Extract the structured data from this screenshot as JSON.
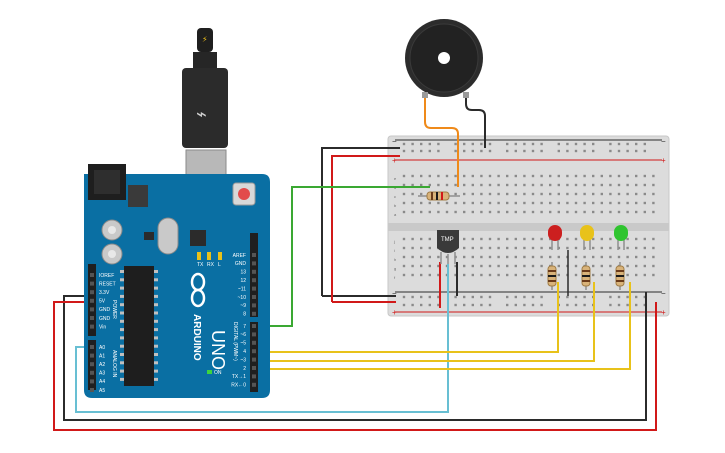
{
  "arduino": {
    "brand": "ARDUINO",
    "model": "UNO",
    "tx_label": "TX",
    "rx_label": "RX",
    "l_label": "L",
    "on_label": "ON",
    "power_group_label": "POWER",
    "analog_group_label": "ANALOG IN",
    "digital_group_label": "DIGITAL (PWM~)",
    "power_pins": [
      "IOREF",
      "RESET",
      "3.3V",
      "5V",
      "GND",
      "GND",
      "Vin"
    ],
    "analog_pins": [
      "A0",
      "A1",
      "A2",
      "A3",
      "A4",
      "A5"
    ],
    "digital_pins_top": [
      "AREF",
      "GND",
      "13",
      "12",
      "~11",
      "~10",
      "~9",
      "8"
    ],
    "digital_pins_bottom": [
      "7",
      "~6",
      "~5",
      "4",
      "~3",
      "2",
      "TX→1",
      "RX←0"
    ]
  },
  "breadboard": {
    "row_letters": [
      "a",
      "b",
      "c",
      "d",
      "e",
      "f",
      "g",
      "h",
      "i",
      "j"
    ],
    "plus_sign": "+",
    "minus_sign": "−"
  },
  "components": {
    "temp_sensor_label": "TMP",
    "led_colors": [
      "#cc1f1f",
      "#e8c21a",
      "#2fc42f"
    ]
  },
  "colors": {
    "board": "#0a6fa3",
    "wire_red": "#d11919",
    "wire_black": "#2b2b2b",
    "wire_green": "#3aa832",
    "wire_yellow": "#e8c21a",
    "wire_cyan": "#68bfd3",
    "wire_orange": "#ef8a1a"
  }
}
